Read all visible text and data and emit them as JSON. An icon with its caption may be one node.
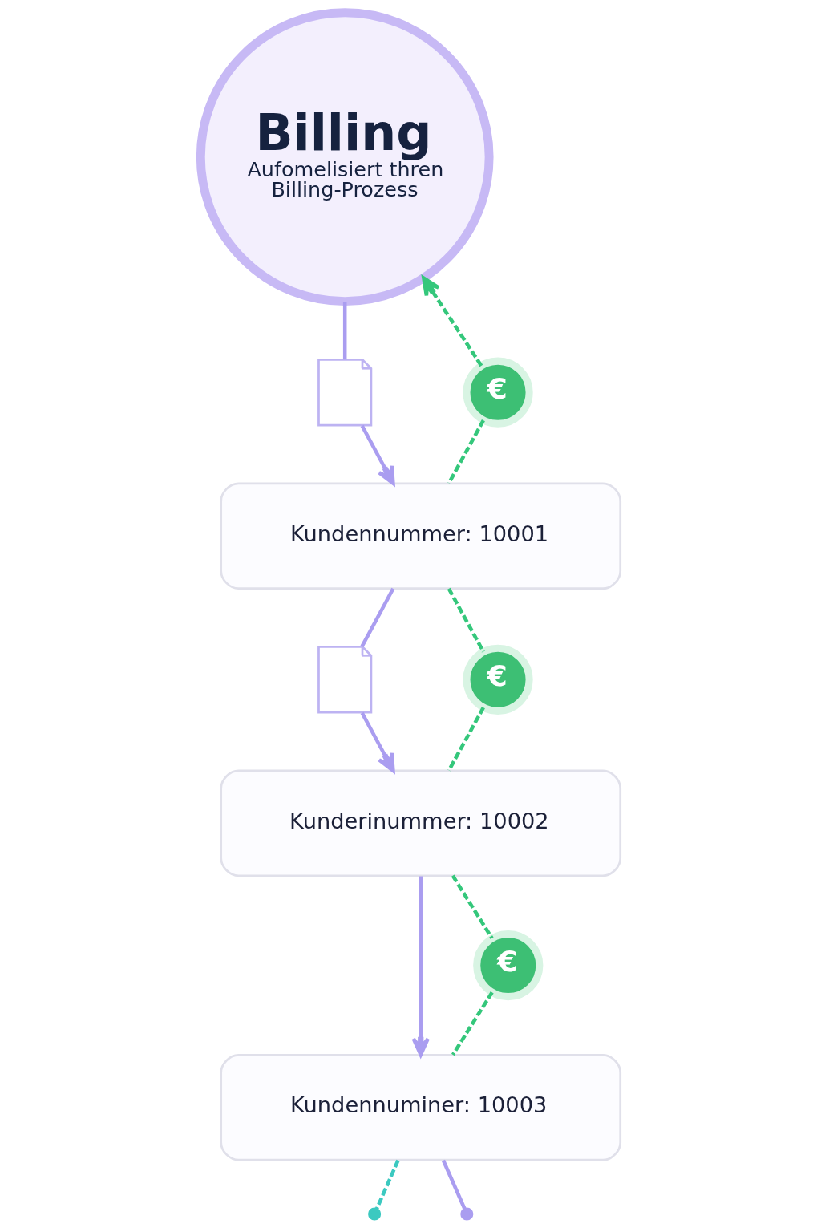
{
  "diagram": {
    "nodes": [
      {
        "text": [
          "Billing",
          "Aufomelisiert thren Billing-Prozess"
        ]
      },
      {
        "text": [],
        "shape": "document"
      },
      {
        "text": [
          "€"
        ]
      },
      {
        "text": [
          "Kundennummer: 10001"
        ]
      },
      {
        "text": [],
        "shape": "document"
      },
      {
        "text": [
          "€"
        ]
      },
      {
        "text": [
          "Kunderinummer: 10002"
        ]
      },
      {
        "text": [
          "€"
        ]
      },
      {
        "text": [
          "Kundennuminer: 10003"
        ]
      }
    ],
    "edges": [
      {
        "from": 0,
        "to": 1,
        "arrow": "none"
      },
      {
        "from": 1,
        "to": 3,
        "arrow": "to"
      },
      {
        "from": 2,
        "to": 0,
        "arrow": "to",
        "style": "dashed",
        "color": "#34c77b"
      },
      {
        "from": 2,
        "to": 3,
        "arrow": "none",
        "style": "dashed",
        "color": "#34c77b"
      },
      {
        "from": 3,
        "to": 4,
        "arrow": "none"
      },
      {
        "from": 4,
        "to": 6,
        "arrow": "to"
      },
      {
        "from": 3,
        "to": 5,
        "arrow": "none",
        "style": "dashed",
        "color": "#34c77b"
      },
      {
        "from": 5,
        "to": 6,
        "arrow": "none",
        "style": "dashed",
        "color": "#34c77b"
      },
      {
        "from": 6,
        "to": 8,
        "arrow": "to"
      },
      {
        "from": 6,
        "to": 7,
        "arrow": "none",
        "style": "dashed",
        "color": "#34c77b"
      },
      {
        "from": 7,
        "to": 8,
        "arrow": "none",
        "style": "dashed",
        "color": "#34c77b"
      },
      {
        "from": 8,
        "to": null,
        "arrow": "other",
        "style": "dashed",
        "color": "#3cc9c0"
      },
      {
        "from": 8,
        "to": null,
        "arrow": "other"
      }
    ]
  }
}
